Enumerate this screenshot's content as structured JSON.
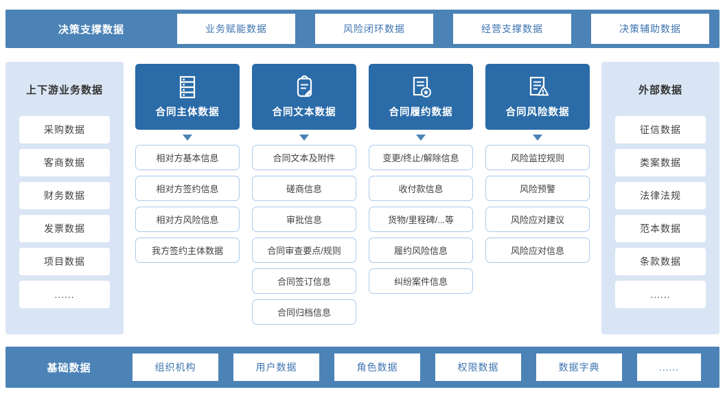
{
  "colors": {
    "bar": "#4C83B6",
    "header": "#2A6BA8",
    "panel": "#D9E5F4",
    "box_border": "#A9CAEA",
    "blue_text": "#3D74B0"
  },
  "top_band": {
    "label": "决策支撑数据",
    "items": [
      "业务赋能数据",
      "风险闭环数据",
      "经营支撑数据",
      "决策辅助数据"
    ]
  },
  "left_panel": {
    "title": "上下游业务数据",
    "items": [
      "采购数据",
      "客商数据",
      "财务数据",
      "发票数据",
      "项目数据",
      "......"
    ]
  },
  "columns": [
    {
      "title": "合同主体数据",
      "icon": "list-server-icon",
      "items": [
        "相对方基本信息",
        "相对方签约信息",
        "相对方风险信息",
        "我方签约主体数据"
      ]
    },
    {
      "title": "合同文本数据",
      "icon": "clipboard-pen-icon",
      "items": [
        "合同文本及附件",
        "磋商信息",
        "审批信息",
        "合同审查要点/规则",
        "合同签订信息",
        "合同归档信息"
      ]
    },
    {
      "title": "合同履约数据",
      "icon": "document-star-icon",
      "items": [
        "变更/终止/解除信息",
        "收付款信息",
        "货物/里程碑/...等",
        "履约风险信息",
        "纠纷案件信息"
      ]
    },
    {
      "title": "合同风险数据",
      "icon": "document-warning-icon",
      "items": [
        "风险监控规则",
        "风险预警",
        "风险应对建议",
        "风险应对信息"
      ]
    }
  ],
  "right_panel": {
    "title": "外部数据",
    "items": [
      "征信数据",
      "类案数据",
      "法律法规",
      "范本数据",
      "条款数据",
      "......"
    ]
  },
  "bottom_band": {
    "label": "基础数据",
    "items": [
      "组织机构",
      "用户数据",
      "角色数据",
      "权限数据",
      "数据字典",
      "......"
    ]
  }
}
